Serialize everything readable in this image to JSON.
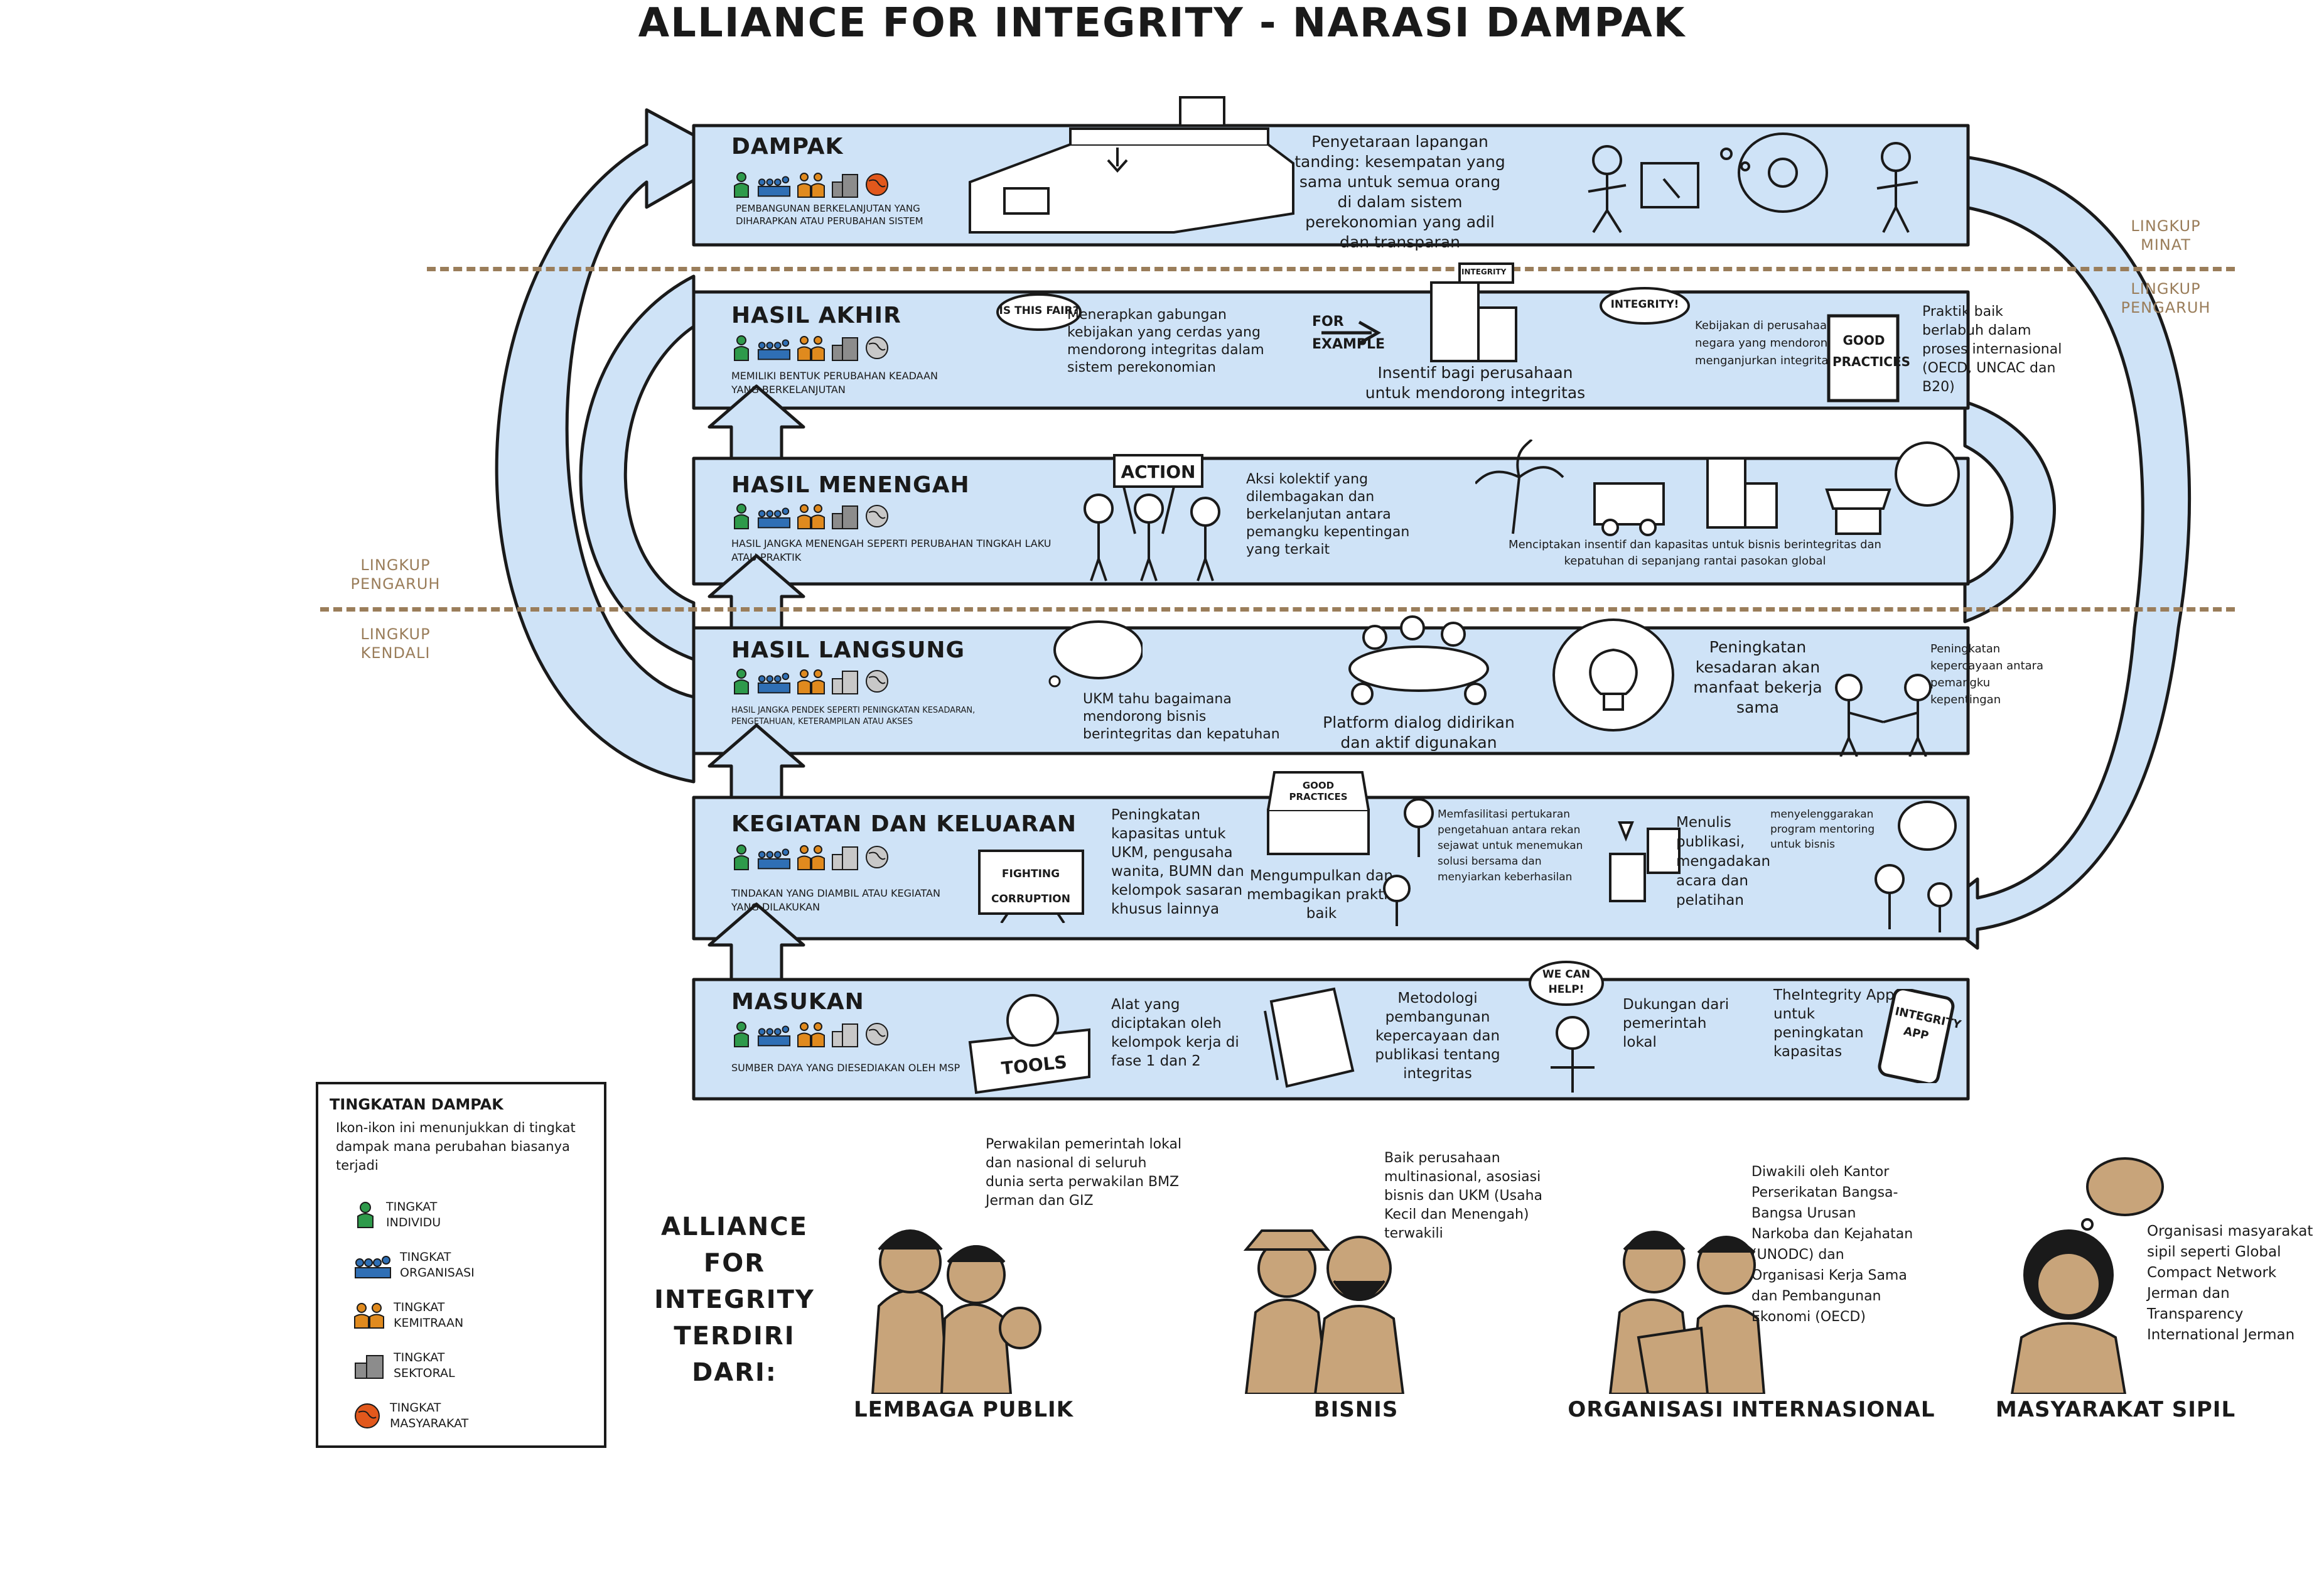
{
  "title": "ALLIANCE FOR INTEGRITY - NARASI DAMPAK",
  "colors": {
    "band": "#cfe3f7",
    "outline": "#1a1a1a",
    "zone": "#9a7d5a",
    "individu": "#2e9a4b",
    "organisasi": "#2f6fb5",
    "kemitraan": "#e08a1e",
    "sektoral": "#8c8c8c",
    "masyarakat": "#e2581c",
    "inactive": "#c8c8c8"
  },
  "zones": {
    "minat": "LINGKUP\nMINAT",
    "pengaruh_right": "LINGKUP\nPENGARUH",
    "pengaruh_left": "LINGKUP\nPENGARUH",
    "kendali": "LINGKUP\nKENDALI"
  },
  "bands": {
    "dampak": {
      "title": "DAMPAK",
      "subtitle": "PEMBANGUNAN BERKELANJUTAN YANG DIHARAPKAN ATAU PERUBAHAN SISTEM",
      "text1": "Penyetaraan lapangan tanding: kesempatan yang sama untuk semua orang di dalam sistem perekonomian yang adil dan transparan",
      "active_levels": 5
    },
    "hasil_akhir": {
      "title": "HASIL AKHIR",
      "subtitle": "MEMILIKI BENTUK PERUBAHAN KEADAAN YANG BERKELANJUTAN",
      "bubble": "IS THIS FAIR?",
      "text1": "Menerapkan gabungan kebijakan yang cerdas yang mendorong integritas dalam sistem perekonomian",
      "for_example": "FOR EXAMPLE",
      "text2": "Insentif bagi perusahaan untuk mendorong integritas",
      "flag": "INTEGRITY",
      "bubble2": "INTEGRITY!",
      "text3": "Kebijakan di perusahaan dan di negara yang mendorong dan menganjurkan integritas",
      "good_practices": "GOOD PRACTICES",
      "text4": "Praktik baik berlabuh dalam proses internasional (OECD, UNCAC dan B20)",
      "active_levels": 4
    },
    "hasil_menengah": {
      "title": "HASIL MENENGAH",
      "subtitle": "HASIL JANGKA MENENGAH SEPERTI PERUBAHAN TINGKAH LAKU ATAU PRAKTIK",
      "sign": "ACTION",
      "text1": "Aksi kolektif yang dilembagakan dan berkelanjutan antara pemangku kepentingan yang terkait",
      "text2": "Menciptakan insentif dan kapasitas untuk bisnis berintegritas dan kepatuhan di sepanjang rantai pasokan global",
      "active_levels": 4
    },
    "hasil_langsung": {
      "title": "HASIL LANGSUNG",
      "subtitle": "HASIL JANGKA PENDEK SEPERTI PENINGKATAN KESADARAN, PENGETAHUAN, KETERAMPILAN ATAU AKSES",
      "text1": "UKM tahu bagaimana mendorong bisnis berintegritas dan kepatuhan",
      "text2": "Platform dialog didirikan dan aktif digunakan",
      "text3": "Peningkatan kesadaran akan manfaat bekerja sama",
      "text4": "Peningkatan kepercayaan antara pemangku kepentingan",
      "active_levels": 3
    },
    "kegiatan": {
      "title": "KEGIATAN DAN KELUARAN",
      "subtitle": "TINDAKAN YANG DIAMBIL ATAU KEGIATAN YANG DILAKUKAN",
      "text1": "Peningkatan kapasitas untuk UKM, pengusaha wanita, BUMN dan kelompok sasaran khusus lainnya",
      "board": "FIGHTING CORRUPTION",
      "box": "GOOD PRACTICES",
      "text2": "Mengumpulkan dan membagikan praktik baik",
      "text3": "Memfasilitasi pertukaran pengetahuan antara rekan sejawat untuk menemukan solusi bersama dan menyiarkan keberhasilan",
      "text4": "Menulis publikasi, mengadakan acara dan pelatihan",
      "text5": "menyelenggarakan program mentoring untuk bisnis",
      "active_levels": 3
    },
    "masukan": {
      "title": "MASUKAN",
      "subtitle": "SUMBER DAYA YANG DIESEDIAKAN OLEH MSP",
      "tools": "TOOLS",
      "text1": "Alat yang diciptakan oleh kelompok kerja di fase 1 dan 2",
      "text2": "Metodologi pembangunan kepercayaan dan publikasi tentang integritas",
      "bubble": "WE CAN HELP!",
      "text3": "Dukungan dari pemerintah lokal",
      "text4": "TheIntegrity App untuk peningkatan kapasitas",
      "phone": "INTEGRITY APP",
      "active_levels": 3
    }
  },
  "legend": {
    "title": "TINGKATAN DAMPAK",
    "desc": "Ikon-ikon ini menunjukkan di tingkat dampak mana perubahan biasanya terjadi",
    "items": [
      {
        "label": "TINGKAT\nINDIVIDU",
        "icon": "person-icon"
      },
      {
        "label": "TINGKAT\nORGANISASI",
        "icon": "group-icon"
      },
      {
        "label": "TINGKAT\nKEMITRAAN",
        "icon": "partnership-icon"
      },
      {
        "label": "TINGKAT\nSEKTORAL",
        "icon": "sector-icon"
      },
      {
        "label": "TINGKAT\nMASYARAKAT",
        "icon": "globe-icon"
      }
    ]
  },
  "consists": "ALLIANCE FOR INTEGRITY TERDIRI DARI:",
  "members": [
    {
      "label": "LEMBAGA PUBLIK",
      "desc": "Perwakilan pemerintah lokal dan nasional di seluruh dunia serta perwakilan BMZ Jerman dan GIZ"
    },
    {
      "label": "BISNIS",
      "desc": "Baik perusahaan multinasional, asosiasi bisnis dan UKM (Usaha Kecil dan Menengah) terwakili"
    },
    {
      "label": "ORGANISASI INTERNASIONAL",
      "desc": "Diwakili oleh Kantor Perserikatan Bangsa-Bangsa Urusan Narkoba dan Kejahatan (UNODC) dan Organisasi Kerja Sama dan Pembangunan Ekonomi (OECD)"
    },
    {
      "label": "MASYARAKAT SIPIL",
      "desc": "Organisasi masyarakat sipil seperti Global Compact Network Jerman dan Transparency International Jerman"
    }
  ]
}
